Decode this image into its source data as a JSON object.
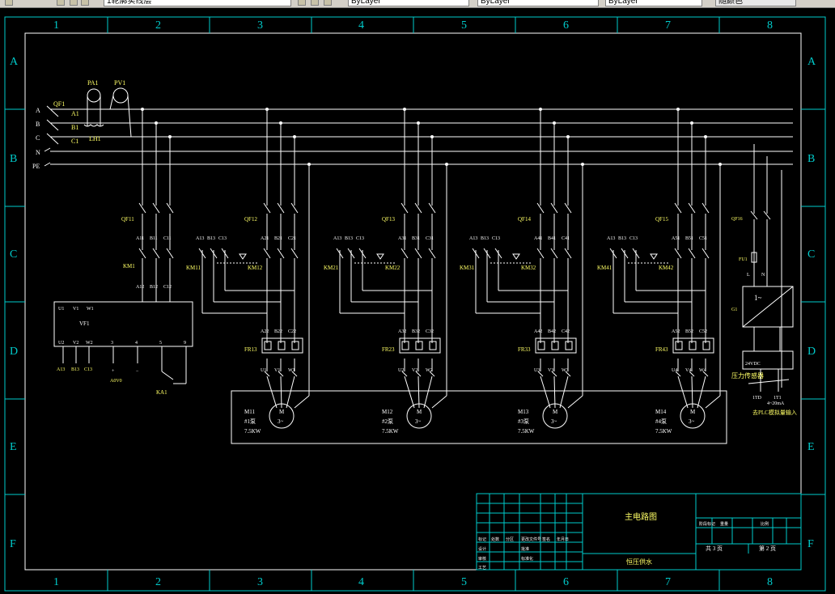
{
  "toolbar": {
    "layer_name": "1轮廓实线层",
    "linetype": "ByLayer",
    "lineweight": "ByLayer",
    "plotstyle": "ByLayer",
    "color_box": "随颜色"
  },
  "frame": {
    "columns": [
      "1",
      "2",
      "3",
      "4",
      "5",
      "6",
      "7",
      "8"
    ],
    "rows": [
      "A",
      "B",
      "C",
      "D",
      "E",
      "F"
    ]
  },
  "bus": {
    "labels": [
      "A",
      "B",
      "C",
      "N",
      "PE"
    ],
    "qf1": "QF1",
    "phase_labels": [
      "A1",
      "B1",
      "C1"
    ],
    "pa1": "PA1",
    "pv1": "PV1",
    "lh1": "LH1"
  },
  "vfd": {
    "top": [
      "U1",
      "V1",
      "W1"
    ],
    "name": "VF1",
    "bottom": [
      "U2",
      "V2",
      "W2",
      "3",
      "4",
      "5",
      "9"
    ],
    "out_labels": [
      "A13",
      "B13",
      "C13"
    ],
    "plus": "+",
    "minus": "−",
    "signal": "A0V0",
    "relay": "KA1"
  },
  "feeders": [
    {
      "qf": "QF11",
      "km1": "KM1",
      "in": [
        "A11",
        "B11",
        "C11"
      ],
      "out": [
        "A12",
        "B12",
        "C12"
      ]
    },
    {
      "qf": "QF12",
      "kml": "KM11",
      "km2": "KM12",
      "taps": [
        "A13",
        "B13",
        "C13"
      ],
      "in": [
        "A21",
        "B21",
        "C21"
      ],
      "out": [
        "A22",
        "B22",
        "C22"
      ],
      "fr": "FR13",
      "term": [
        "U1",
        "V1",
        "W1"
      ],
      "motor": "M11",
      "pump": "#1泵",
      "power": "7.5KW"
    },
    {
      "qf": "QF13",
      "kml": "KM21",
      "km2": "KM22",
      "taps": [
        "A13",
        "B13",
        "C13"
      ],
      "in": [
        "A31",
        "B31",
        "C31"
      ],
      "out": [
        "A32",
        "B32",
        "C32"
      ],
      "fr": "FR23",
      "term": [
        "U2",
        "V2",
        "W2"
      ],
      "motor": "M12",
      "pump": "#2泵",
      "power": "7.5KW"
    },
    {
      "qf": "QF14",
      "kml": "KM31",
      "km2": "KM32",
      "taps": [
        "A13",
        "B13",
        "C13"
      ],
      "in": [
        "A41",
        "B41",
        "C41"
      ],
      "out": [
        "A42",
        "B42",
        "C42"
      ],
      "fr": "FR33",
      "term": [
        "U3",
        "V3",
        "W3"
      ],
      "motor": "M13",
      "pump": "#3泵",
      "power": "7.5KW"
    },
    {
      "qf": "QF15",
      "kml": "KM41",
      "km2": "KM42",
      "taps": [
        "A13",
        "B13",
        "C13"
      ],
      "in": [
        "A51",
        "B51",
        "C51"
      ],
      "out": [
        "A52",
        "B52",
        "C52"
      ],
      "fr": "FR43",
      "term": [
        "U4",
        "V4",
        "W4"
      ],
      "motor": "M14",
      "pump": "#4泵",
      "power": "7.5KW"
    }
  ],
  "motor_symbol": {
    "letter": "M",
    "phase": "3~"
  },
  "supply": {
    "qf": "QF16",
    "l": "L",
    "fu": "FU1",
    "n": "N",
    "g": "G1",
    "ac": "1~",
    "dc": "24VDC",
    "sensor": "压力传感器",
    "sig1": "1TD",
    "sig2": "1T1",
    "sig_range": "4~20mA",
    "plc_note": "去PLC模拟量输入"
  },
  "title_block": {
    "drawing_title": "主电路图",
    "project": "恒压供水",
    "sheet_total": "共 3 页",
    "sheet_no": "第 2 页",
    "left_labels": [
      "标记",
      "处数",
      "分区",
      "更改文件号",
      "签名",
      "年月日",
      "设计",
      "审核",
      "工艺",
      "批准",
      "标准化",
      "阶段标记",
      "重量",
      "比例"
    ]
  },
  "colors": {
    "frame": "#ffffff",
    "bus": "#ffffff",
    "border_cyan": "#00cccc",
    "grid_cyan": "#00b0b0",
    "text": "#ffffff",
    "label_yellow": "#ffff66",
    "title_green": "#00ff00"
  }
}
